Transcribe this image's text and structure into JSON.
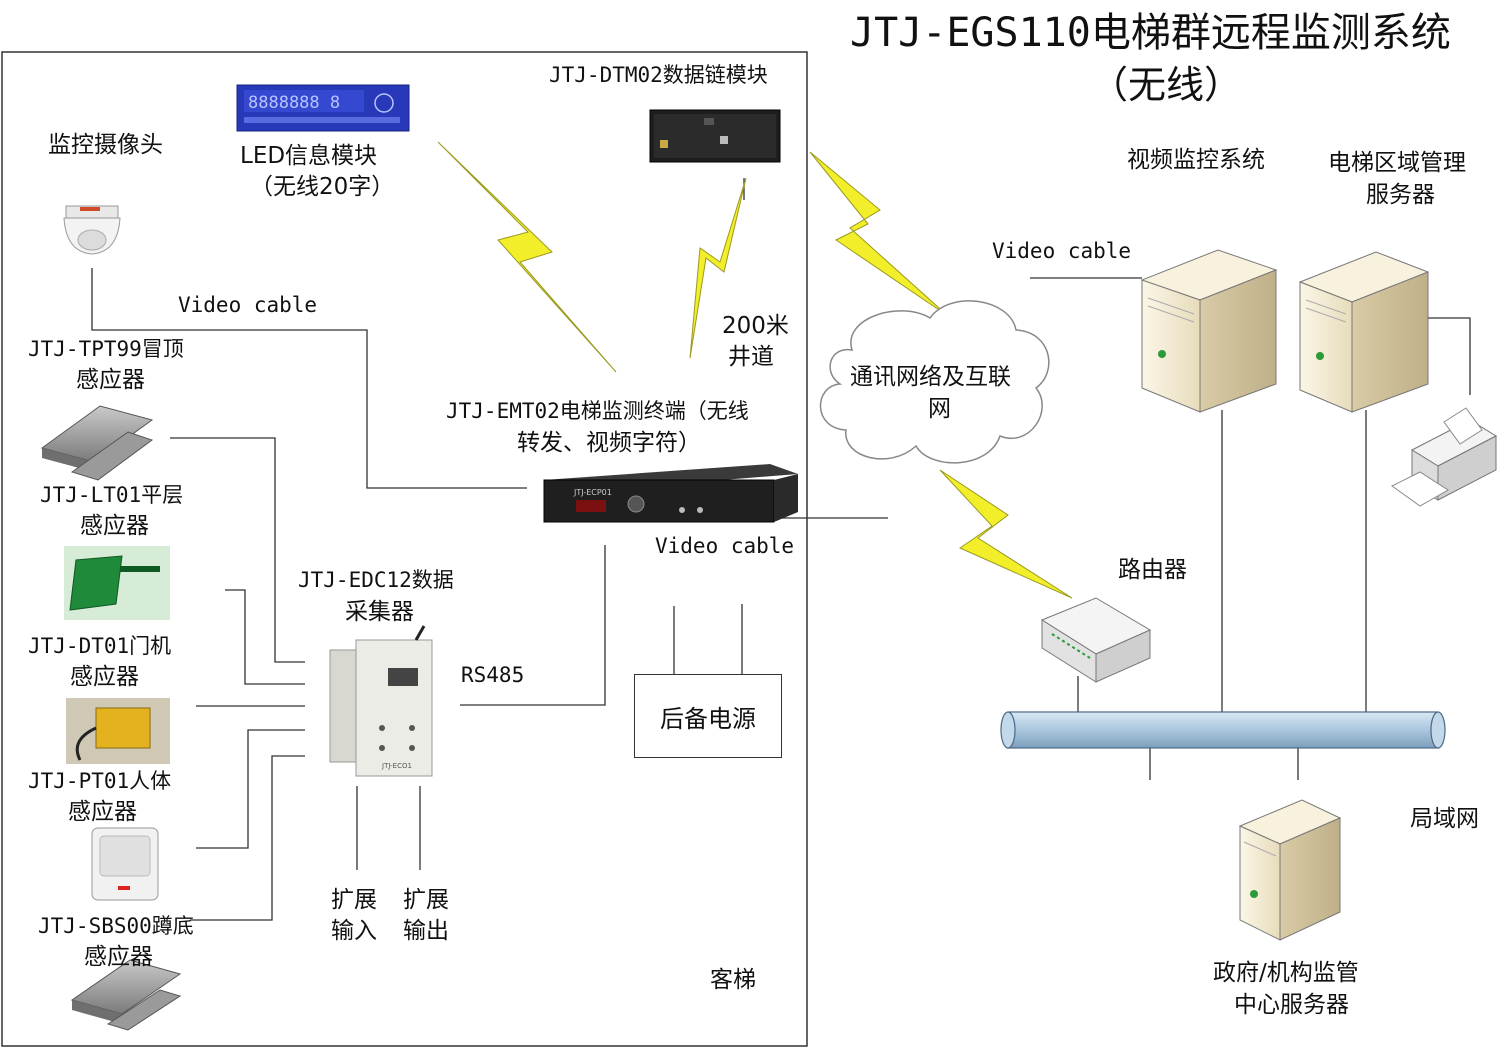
{
  "title": "JTJ-EGS110电梯群远程监测系统",
  "subtitle": "（无线）",
  "labels": {
    "camera": "监控摄像头",
    "led_line1": "LED信息模块",
    "led_line2": "（无线20字）",
    "dtm": "JTJ-DTM02数据链模块",
    "video_cable_1": "Video cable",
    "video_cable_2": "Video cable",
    "video_cable_3": "Video cable",
    "tpt_line1": "JTJ-TPT99冒顶",
    "tpt_line2": "感应器",
    "shaft_line1": "200米",
    "shaft_line2": "井道",
    "emt_line1": "JTJ-EMT02电梯监测终端（无线",
    "emt_line2": "转发、视频字符）",
    "lt_line1": "JTJ-LT01平层",
    "lt_line2": "感应器",
    "edc_line1": "JTJ-EDC12数据",
    "edc_line2": "采集器",
    "dt_line1": "JTJ-DT01门机",
    "dt_line2": "感应器",
    "rs485": "RS485",
    "backup_power": "后备电源",
    "pt_line1": "JTJ-PT01人体",
    "pt_line2": "感应器",
    "sbs_line1": "JTJ-SBS00蹲底",
    "sbs_line2": "感应器",
    "ext_in_line1": "扩展",
    "ext_in_line2": "输入",
    "ext_out_line1": "扩展",
    "ext_out_line2": "输出",
    "passenger_elevator": "客梯",
    "video_monitor": "视频监控系统",
    "area_mgmt_line1": "电梯区域管理",
    "area_mgmt_line2": "服务器",
    "cloud_line1": "通讯网络及互联",
    "cloud_line2": "网",
    "router": "路由器",
    "lan": "局域网",
    "gov_line1": "政府/机构监管",
    "gov_line2": "中心服务器"
  },
  "device_text": {
    "led_display": "8888888 8",
    "emt_panel": "JTJ-ECP01",
    "edc_panel": "JTJ-ECO1"
  },
  "colors": {
    "lightning": "#f2ee2a",
    "lightning_stroke": "#9a9a20",
    "lan_bus": "#a9c6dd",
    "server": "#f1ead4",
    "led_blue": "#2738b8"
  }
}
